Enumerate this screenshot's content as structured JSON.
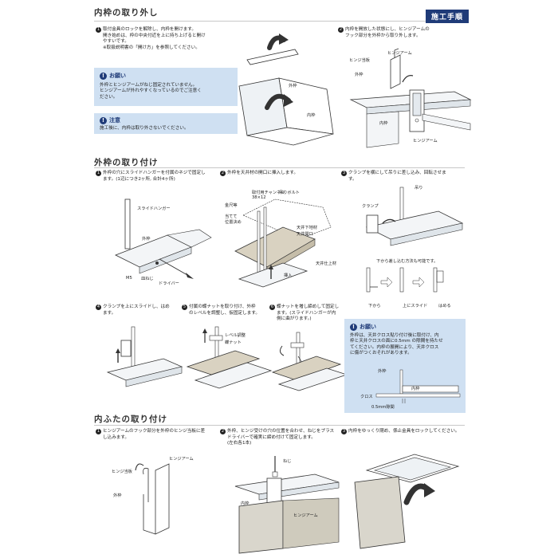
{
  "badge": "施工手順",
  "sections": {
    "removal": {
      "title": "内枠の取り外し",
      "step1": {
        "num": "1",
        "lines": [
          "取付金具のロックを解除し、内枠を開けます。",
          "開き始めは、枠の中央付近を上に持ち上げると開け",
          "やすいです。",
          "※取扱説明書の「開け方」を参照してください。"
        ]
      },
      "note1": {
        "icon": "!",
        "head": "お願い",
        "lines": [
          "外枠とヒンジアームがねじ固定されていません。",
          "ヒンジアームが外れやすくなっているのでご注意く",
          "ださい。"
        ]
      },
      "note2": {
        "icon": "!",
        "head": "注意",
        "lines": [
          "施工後に、内枠は取り外さないでください。"
        ]
      },
      "step2": {
        "num": "2",
        "lines": [
          "内枠を開放した状態にし、ヒンジアームの",
          "フック部分を外枠から取り外します。"
        ]
      },
      "labels": {
        "outer": "外枠",
        "inner": "内枠",
        "hinge_plate": "ヒンジ当板",
        "hinge_arm": "ヒンジアーム",
        "inner2": "内枠",
        "hinge_arm2": "ヒンジアーム",
        "outer2": "外枠"
      }
    },
    "mounting": {
      "title": "外枠の取り付け",
      "step1": {
        "num": "1",
        "lines": [
          "外枠の穴にスライドハンガーを付属のネジで固定し",
          "ます。(1辺につき2ヶ所, 合計4ヶ所)"
        ]
      },
      "step2": {
        "num": "2",
        "lines": [
          "外枠を天井材の開口に挿入します。"
        ]
      },
      "step3": {
        "num": "3",
        "lines": [
          "クランプを横にして吊りに差し込み、回転させま",
          "す。"
        ]
      },
      "step4": {
        "num": "4",
        "lines": [
          "クランプを上にスライドし、はめ",
          "ます。"
        ]
      },
      "step5": {
        "num": "5",
        "lines": [
          "付属の蝶ナットを取り付け、外枠",
          "のレベルを調整し、仮固定します。"
        ]
      },
      "step6": {
        "num": "6",
        "lines": [
          "蝶ナットを増し締めして固定し",
          "ます。(スライドハンガーが内",
          "側に曲がります。)"
        ]
      },
      "labels": {
        "slide_hanger": "スライドハンガー",
        "outer": "外枠",
        "m5": "M5",
        "screw": "皿ねじ",
        "driver": "ドライバー",
        "channel": "取付用チャンネル",
        "channel_size": "38×12",
        "hanger_bolt": "吊りボルト",
        "ceiling_under": "天井下地材",
        "ceiling_open": "天井開口",
        "ceiling_finish": "天井仕上材",
        "insert": "挿入",
        "metal": "金尺等",
        "position": "当てて",
        "align": "位置決め",
        "hanger": "吊り",
        "clamp": "クランプ",
        "insert_method": "下から差し込む方法も可能です。",
        "from_below": "下から",
        "slide_up": "上にスライド",
        "fit": "はめる",
        "level": "レベル調整",
        "wing_nut": "蝶ナット"
      },
      "note": {
        "icon": "!",
        "head": "お願い",
        "lines": [
          "外枠は、天井クロス貼り付け後に取付け、内",
          "枠と天井クロスの面に0.5mm の隙間を持たせ",
          "てください。内枠の展開により、天井クロス",
          "に傷がつくおそれがあります。"
        ]
      },
      "note_labels": {
        "outer": "外枠",
        "inner": "内枠",
        "cloth": "クロス",
        "gap": "0.5mm隙間"
      }
    },
    "lid": {
      "title": "内ふたの取り付け",
      "step1": {
        "num": "1",
        "lines": [
          "ヒンジアームのフック部分を外枠のヒンジ当板に差",
          "し込みます。"
        ]
      },
      "step2": {
        "num": "2",
        "lines": [
          "外枠、ヒンジ受けの穴の位置を合わせ、ねじをプラス",
          "ドライバーで確実に締め付けて固定します。",
          "(左右各1本)"
        ]
      },
      "step3": {
        "num": "3",
        "lines": [
          "内枠をゆっくり閉め、係止金具をロックしてください。"
        ]
      },
      "labels": {
        "hinge_arm": "ヒンジアーム",
        "hinge_plate": "ヒンジ当板",
        "outer": "外枠",
        "screw": "ねじ",
        "inner": "内枠",
        "hinge_arm2": "ヒンジアーム"
      }
    }
  }
}
